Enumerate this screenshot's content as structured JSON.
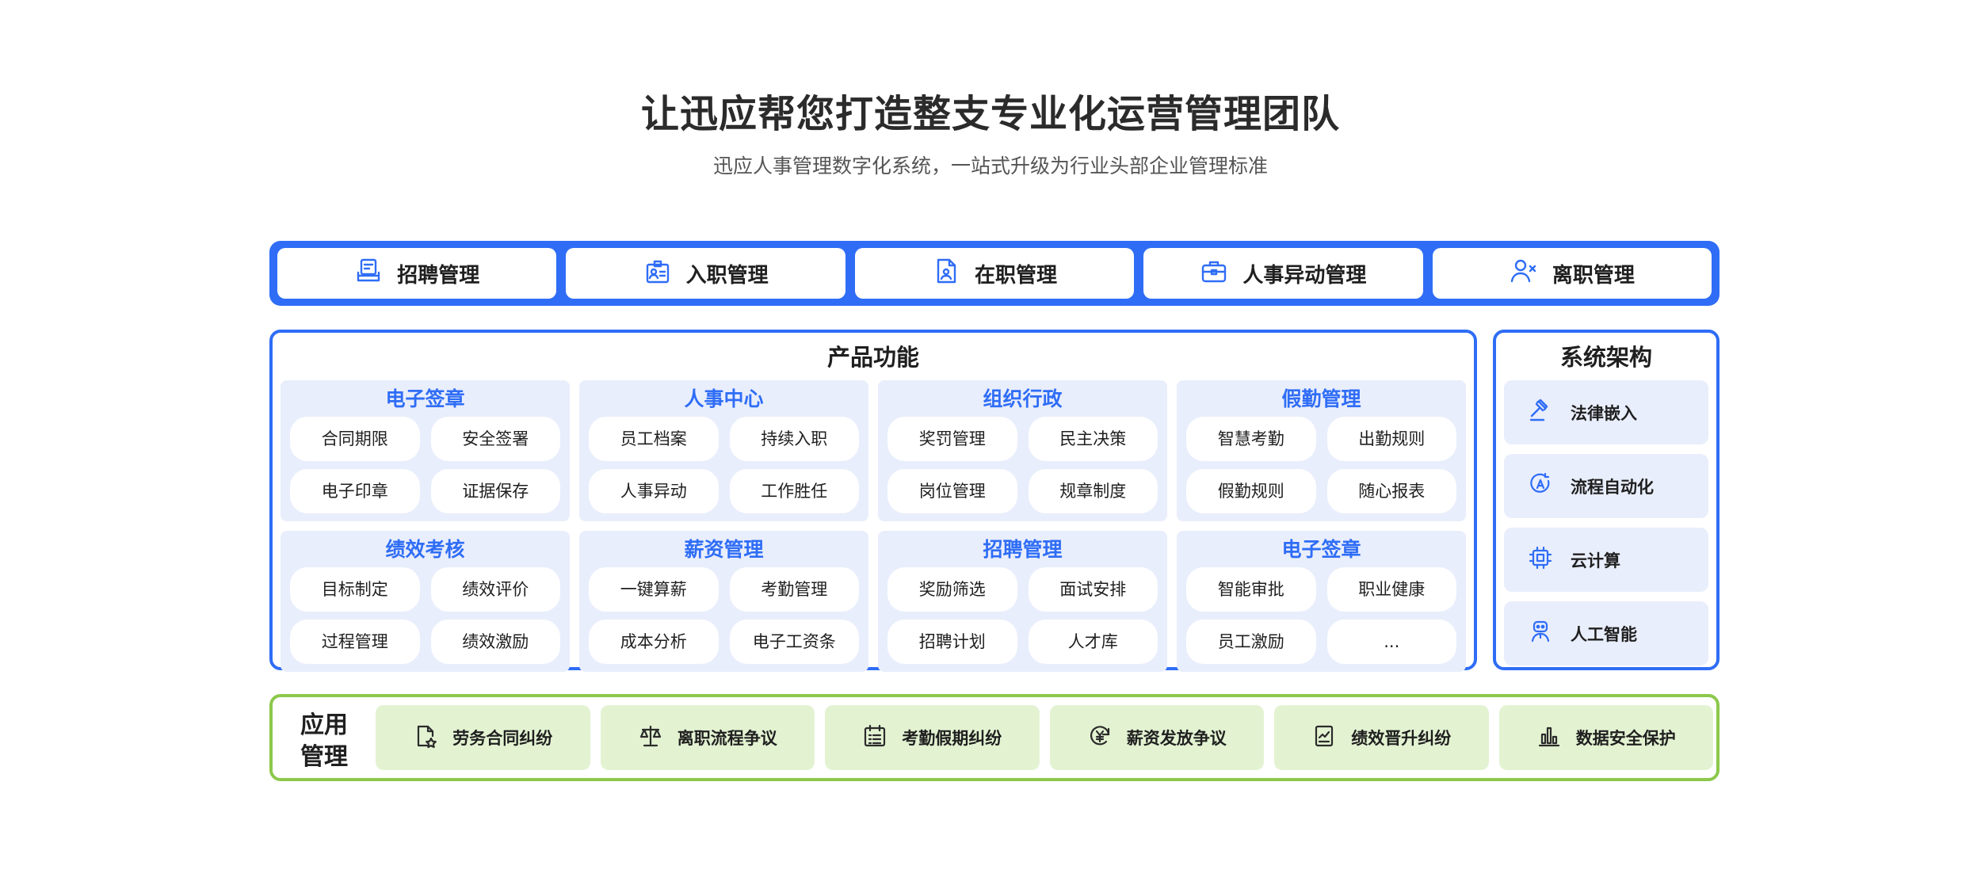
{
  "header": {
    "title": "让迅应帮您打造整支专业化运营管理团队",
    "subtitle": "迅应人事管理数字化系统，一站式升级为行业头部企业管理标准"
  },
  "modules": [
    {
      "label": "招聘管理",
      "icon": "recruit-icon"
    },
    {
      "label": "入职管理",
      "icon": "onboarding-icon"
    },
    {
      "label": "在职管理",
      "icon": "employee-file-icon"
    },
    {
      "label": "人事异动管理",
      "icon": "briefcase-icon"
    },
    {
      "label": "离职管理",
      "icon": "user-remove-icon"
    }
  ],
  "product": {
    "title": "产品功能",
    "groups": [
      {
        "title": "电子签章",
        "items": [
          "合同期限",
          "安全签署",
          "电子印章",
          "证据保存"
        ]
      },
      {
        "title": "人事中心",
        "items": [
          "员工档案",
          "持续入职",
          "人事异动",
          "工作胜任"
        ]
      },
      {
        "title": "组织行政",
        "items": [
          "奖罚管理",
          "民主决策",
          "岗位管理",
          "规章制度"
        ]
      },
      {
        "title": "假勤管理",
        "items": [
          "智慧考勤",
          "出勤规则",
          "假勤规则",
          "随心报表"
        ]
      },
      {
        "title": "绩效考核",
        "items": [
          "目标制定",
          "绩效评价",
          "过程管理",
          "绩效激励"
        ]
      },
      {
        "title": "薪资管理",
        "items": [
          "一键算薪",
          "考勤管理",
          "成本分析",
          "电子工资条"
        ]
      },
      {
        "title": "招聘管理",
        "items": [
          "奖励筛选",
          "面试安排",
          "招聘计划",
          "人才库"
        ]
      },
      {
        "title": "电子签章",
        "items": [
          "智能审批",
          "职业健康",
          "员工激励",
          "..."
        ]
      }
    ]
  },
  "architecture": {
    "title": "系统架构",
    "items": [
      {
        "label": "法律嵌入",
        "icon": "gavel-icon"
      },
      {
        "label": "流程自动化",
        "icon": "automation-icon"
      },
      {
        "label": "云计算",
        "icon": "chip-icon"
      },
      {
        "label": "人工智能",
        "icon": "robot-icon"
      }
    ]
  },
  "application": {
    "label_line1": "应用",
    "label_line2": "管理",
    "items": [
      {
        "label": "劳务合同纠纷",
        "icon": "contract-icon"
      },
      {
        "label": "离职流程争议",
        "icon": "scale-icon"
      },
      {
        "label": "考勤假期纠纷",
        "icon": "calendar-list-icon"
      },
      {
        "label": "薪资发放争议",
        "icon": "yen-refresh-icon"
      },
      {
        "label": "绩效晋升纠纷",
        "icon": "chart-doc-icon"
      },
      {
        "label": "数据安全保护",
        "icon": "bar-chart-icon"
      }
    ]
  },
  "colors": {
    "primary": "#2f6df6",
    "light_blue": "#e9eefc",
    "green_border": "#8cc84b",
    "light_green": "#e3f3d2"
  }
}
